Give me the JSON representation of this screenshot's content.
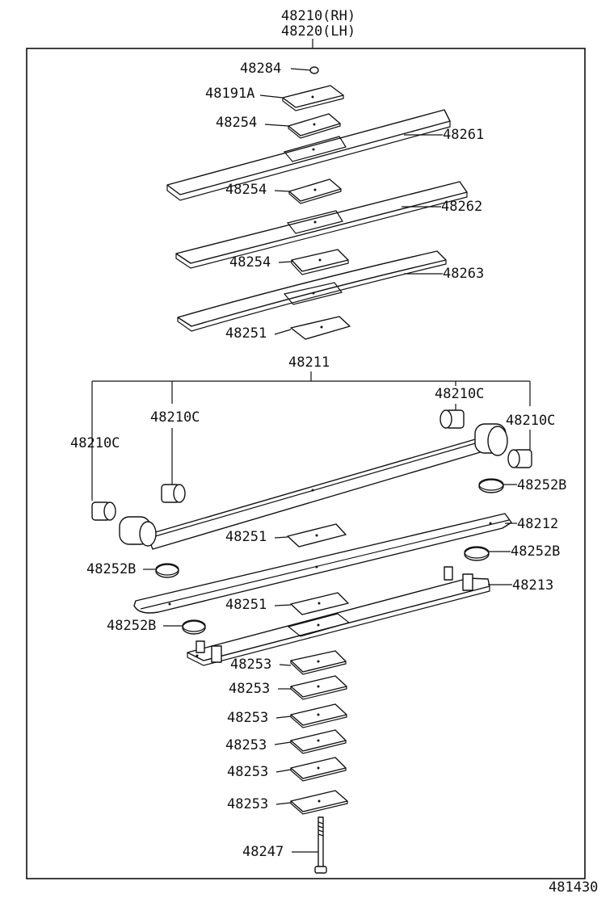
{
  "header": {
    "assembly_rh": "48210(RH)",
    "assembly_lh": "48220(LH)"
  },
  "group_label": "48211",
  "footer_code": "481430",
  "callouts": {
    "c48284": "48284",
    "c48191a": "48191A",
    "c48254_a": "48254",
    "c48261": "48261",
    "c48254_b": "48254",
    "c48262": "48262",
    "c48254_c": "48254",
    "c48263": "48263",
    "c48251_a": "48251",
    "c48210c_far_left": "48210C",
    "c48210c_left": "48210C",
    "c48210c_right": "48210C",
    "c48210c_far_right": "48210C",
    "c48252b_a": "48252B",
    "c48212": "48212",
    "c48251_b": "48251",
    "c48252b_b": "48252B",
    "c48252b_c": "48252B",
    "c48213": "48213",
    "c48251_c": "48251",
    "c48252b_d": "48252B",
    "c48253_1": "48253",
    "c48253_2": "48253",
    "c48253_3": "48253",
    "c48253_4": "48253",
    "c48253_5": "48253",
    "c48253_6": "48253",
    "c48247": "48247"
  }
}
